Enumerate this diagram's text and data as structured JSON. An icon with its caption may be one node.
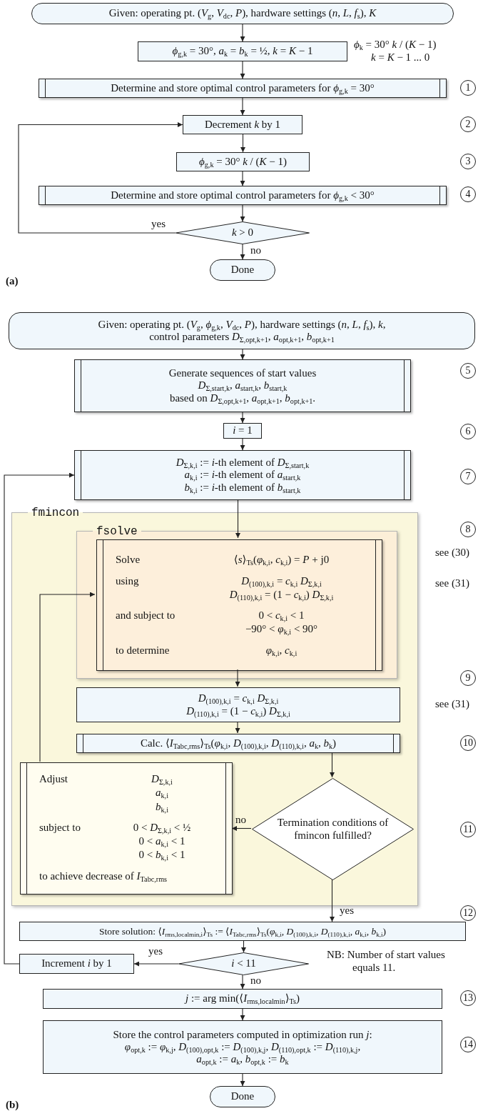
{
  "diagram": {
    "nodes": [
      {
        "text": [
          "Given: operating pt. (*V*$_{g}$, *V*$_{dc}$, *P*), hardware settings (*n*, *L*, *f*$_{s}$), *K*"
        ]
      },
      {
        "text": [
          "*ϕ*$_{g,k}$ = 30°, *a*$_{k}$ = *b*$_{k}$ = ½, *k* = *K* − 1"
        ],
        "beside": [
          "*ϕ*$_{k}$ = 30° *k* / (*K* − 1)",
          "*k* = *K* − 1 ... 0"
        ]
      },
      {
        "text": [
          "Determine and store optimal control parameters for *ϕ*$_{g,k}$ = 30°"
        ]
      },
      {
        "text": [
          "Decrement *k* by 1"
        ]
      },
      {
        "text": [
          "*ϕ*$_{g,k}$ = 30° *k* / (*K* − 1)"
        ]
      },
      {
        "text": [
          "Determine and store optimal control parameters for *ϕ*$_{g,k}$ < 30°"
        ]
      },
      {
        "text": [
          "*k* > 0"
        ]
      },
      {
        "text": [
          "Done"
        ]
      },
      {
        "text": [
          "Given: operating pt. (*V*$_{g}$, *ϕ*$_{g,k}$, *V*$_{dc}$, *P*), hardware settings (*n*, *L*, *f*$_{s}$), *k*, control parameters *D*$_{Σ,opt,k+1}$, *a*$_{opt,k+1}$, *b*$_{opt,k+1}$"
        ]
      },
      {
        "text": [
          "Generate sequences of start values",
          "*D*$_{Σ,start,k}$, *a*$_{start,k}$, *b*$_{start,k}$",
          "based on *D*$_{Σ,opt,k+1}$, *a*$_{opt,k+1}$, *b*$_{opt,k+1}$."
        ]
      },
      {
        "text": [
          "*i* = 1"
        ]
      },
      {
        "text": [
          "*D*$_{Σ,k,i}$ := *i*-th element of *D*$_{Σ,start,k}$",
          "*a*$_{k,i}$ := *i*-th element of *a*$_{start,k}$",
          "*b*$_{k,i}$ := *i*-th element of *b*$_{start,k}$"
        ]
      },
      {
        "text": [
          "fmincon"
        ]
      },
      {
        "text": [
          "fsolve"
        ],
        "in": 12
      },
      {
        "text": [
          "Solve",
          "⟨*s*⟩$_{Ts}$(*φ*$_{k,i}$, *c*$_{k,i}$) = *P* + j0",
          "using",
          "*D*$_{(100),k,i}$ = *c*$_{k,i}$ *D*$_{Σ,k,i}$",
          "*D*$_{(110),k,i}$ = (1 − *c*$_{k,i}$) *D*$_{Σ,k,i}$",
          "and subject to",
          "0 < *c*$_{k,i}$ < 1",
          "−90° < *φ*$_{k,i}$ < 90°",
          "to determine",
          "*φ*$_{k,i}$, *c*$_{k,i}$"
        ],
        "in": 13,
        "beside": [
          "see (30)",
          "see (31)"
        ]
      },
      {
        "text": [
          "*D*$_{(100),k,i}$ = *c*$_{k,i}$ *D*$_{Σ,k,i}$",
          "*D*$_{(110),k,i}$ = (1 − *c*$_{k,i}$) *D*$_{Σ,k,i}$"
        ],
        "in": 12,
        "beside": [
          "see (31)"
        ]
      },
      {
        "text": [
          "Calc. ⟨*I*$_{Tabc,rms}$⟩$_{Ts}$(*φ*$_{k,i}$, *D*$_{(100),k,i}$, *D*$_{(110),k,i}$, *a*$_{k}$, *b*$_{k}$)"
        ],
        "in": 12
      },
      {
        "text": [
          "Adjust",
          "*D*$_{Σ,k,i}$",
          "*a*$_{k,i}$",
          "*b*$_{k,i}$",
          "subject to",
          "0 < *D*$_{Σ,k,i}$ < ½",
          "0 < *a*$_{k,i}$ < 1",
          "0 < *b*$_{k,i}$ < 1",
          "to achieve decrease of *I*$_{Tabc,rms}$"
        ],
        "in": 12
      },
      {
        "text": [
          "Termination conditions of fmincon fulfilled?"
        ],
        "in": 12
      },
      {
        "text": [
          "Store solution: ⟨*I*$_{rms,localmin,i}$⟩$_{Ts}$ := ⟨*I*$_{Tabc,rms}$⟩$_{Ts}$(*φ*$_{k,i}$, *D*$_{(100),k,i}$, *D*$_{(110),k,i}$, *a*$_{k,i}$, *b*$_{k,i}$)"
        ]
      },
      {
        "text": [
          "*i* < 11"
        ]
      },
      {
        "text": [
          "Increment *i* by 1"
        ]
      },
      {
        "text": [
          "*j* := arg min(⟨*I*$_{rms,localmin}$⟩$_{Ts}$)"
        ]
      },
      {
        "text": [
          "Store the control parameters computed in optimization run *j*:",
          "*φ*$_{opt,k}$ := *φ*$_{k,j}$, *D*$_{(100),opt,k}$ := *D*$_{(100),k,j}$, *D*$_{(110),opt,k}$ := *D*$_{(110),k,j}$,",
          "*a*$_{opt,k}$ := *a*$_{k}$, *b*$_{opt,k}$ := *b*$_{k}$"
        ]
      },
      {
        "text": [
          "Done"
        ]
      }
    ],
    "edges": [
      {
        "from": 0,
        "to": 1,
        "arrow": "to"
      },
      {
        "from": 1,
        "to": 2,
        "arrow": "to"
      },
      {
        "from": 2,
        "to": 3,
        "arrow": "to"
      },
      {
        "from": 3,
        "to": 4,
        "arrow": "to"
      },
      {
        "from": 4,
        "to": 5,
        "arrow": "to"
      },
      {
        "from": 5,
        "to": 6,
        "arrow": "to"
      },
      {
        "from": 6,
        "to": 3,
        "arrow": "to",
        "label": "yes"
      },
      {
        "from": 6,
        "to": 7,
        "arrow": "to",
        "label": "no"
      },
      {
        "from": 8,
        "to": 9,
        "arrow": "to"
      },
      {
        "from": 9,
        "to": 10,
        "arrow": "to"
      },
      {
        "from": 10,
        "to": 11,
        "arrow": "to"
      },
      {
        "from": 11,
        "to": 14,
        "arrow": "to"
      },
      {
        "from": 14,
        "to": 15,
        "arrow": "to"
      },
      {
        "from": 15,
        "to": 16,
        "arrow": "to"
      },
      {
        "from": 16,
        "to": 18,
        "arrow": "to"
      },
      {
        "from": 18,
        "to": 17,
        "arrow": "to",
        "label": "no"
      },
      {
        "from": 17,
        "to": 14,
        "arrow": "to"
      },
      {
        "from": 18,
        "to": 19,
        "arrow": "to",
        "label": "yes"
      },
      {
        "from": 19,
        "to": 20,
        "arrow": "to"
      },
      {
        "from": 20,
        "to": 21,
        "arrow": "to",
        "label": "yes"
      },
      {
        "from": 21,
        "to": 11,
        "arrow": "to"
      },
      {
        "from": 20,
        "to": 22,
        "arrow": "to",
        "label": "no"
      },
      {
        "from": 22,
        "to": 23,
        "arrow": "to"
      },
      {
        "from": 23,
        "to": 24,
        "arrow": "to"
      }
    ],
    "labels": [
      "1",
      "2",
      "3",
      "4",
      "(a)",
      "5",
      "6",
      "7",
      "8",
      "9",
      "10",
      "11",
      "12",
      "NB: Number of start values equals 11.",
      "13",
      "14",
      "(b)"
    ]
  }
}
